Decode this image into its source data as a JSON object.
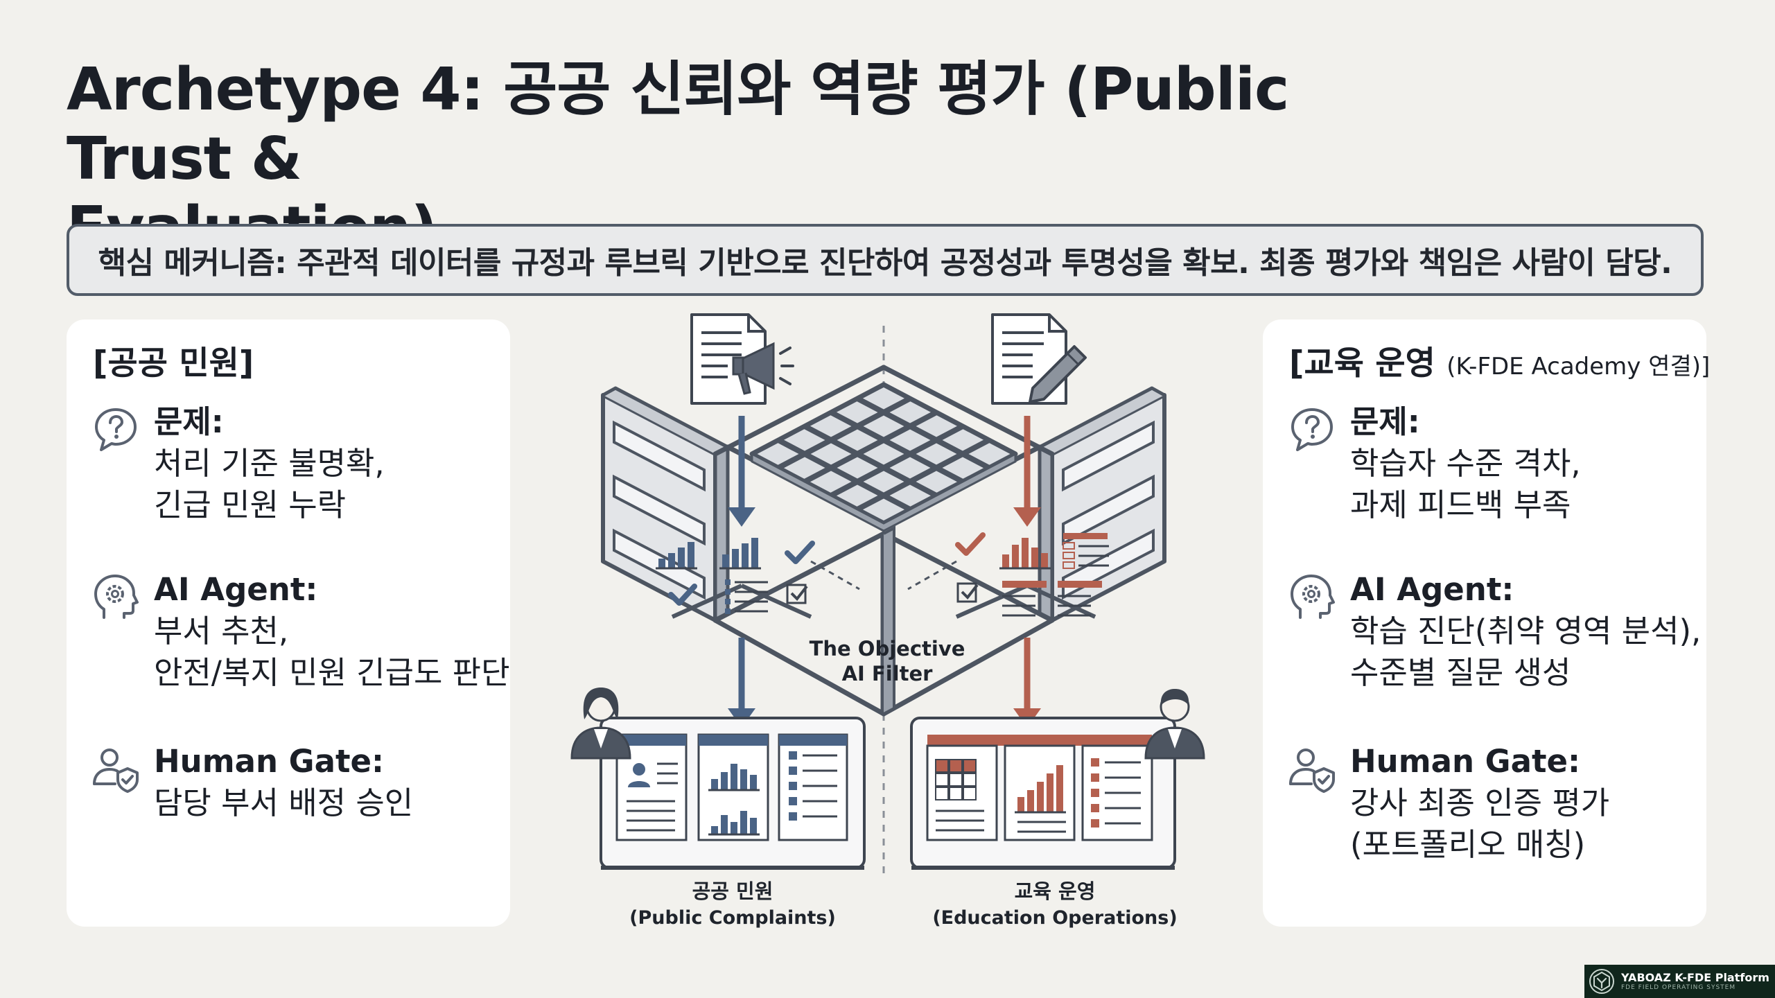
{
  "title": {
    "line1": "Archetype 4: 공공 신뢰와 역량 평가 (Public Trust &",
    "line2": "Evaluation)"
  },
  "banner": "핵심 메커니즘: 주관적 데이터를 규정과 루브릭 기반으로 진단하여 공정성과 투명성을 확보. 최종 평가와 책임은 사람이 담당.",
  "left_card": {
    "title": "[공공 민원]",
    "problem": {
      "label": "문제:",
      "lines": [
        "처리 기준 불명확,",
        "긴급 민원 누락"
      ],
      "icon": "question-bubble-icon"
    },
    "agent": {
      "label": "AI Agent:",
      "lines": [
        "부서 추천,",
        "안전/복지 민원 긴급도 판단"
      ],
      "icon": "head-gear-icon"
    },
    "gate": {
      "label": "Human Gate:",
      "lines": [
        "담당 부서 배정 승인"
      ],
      "icon": "person-shield-icon"
    }
  },
  "right_card": {
    "title": "[교육 운영",
    "title_small": "(K-FDE Academy 연결)]",
    "problem": {
      "label": "문제:",
      "lines": [
        "학습자 수준 격차,",
        "과제 피드백 부족"
      ],
      "icon": "question-bubble-icon"
    },
    "agent": {
      "label": "AI Agent:",
      "lines": [
        "학습 진단(취약 영역 분석),",
        "수준별 질문 생성"
      ],
      "icon": "head-gear-icon"
    },
    "gate": {
      "label": "Human Gate:",
      "lines": [
        "강사 최종 인증 평가",
        "(포트폴리오 매칭)"
      ],
      "icon": "person-shield-icon"
    }
  },
  "diagram": {
    "filter_label_1": "The Objective",
    "filter_label_2": "AI Filter",
    "left_caption_1": "공공 민원",
    "left_caption_2": "(Public Complaints)",
    "right_caption_1": "교육 운영",
    "right_caption_2": "(Education Operations)",
    "colors": {
      "public": "#4a6385",
      "education": "#b4604f",
      "frame": "#4d5561"
    }
  },
  "logo": {
    "name": "YABOAZ K-FDE Platform",
    "tagline": "FDE FIELD OPERATING SYSTEM"
  }
}
